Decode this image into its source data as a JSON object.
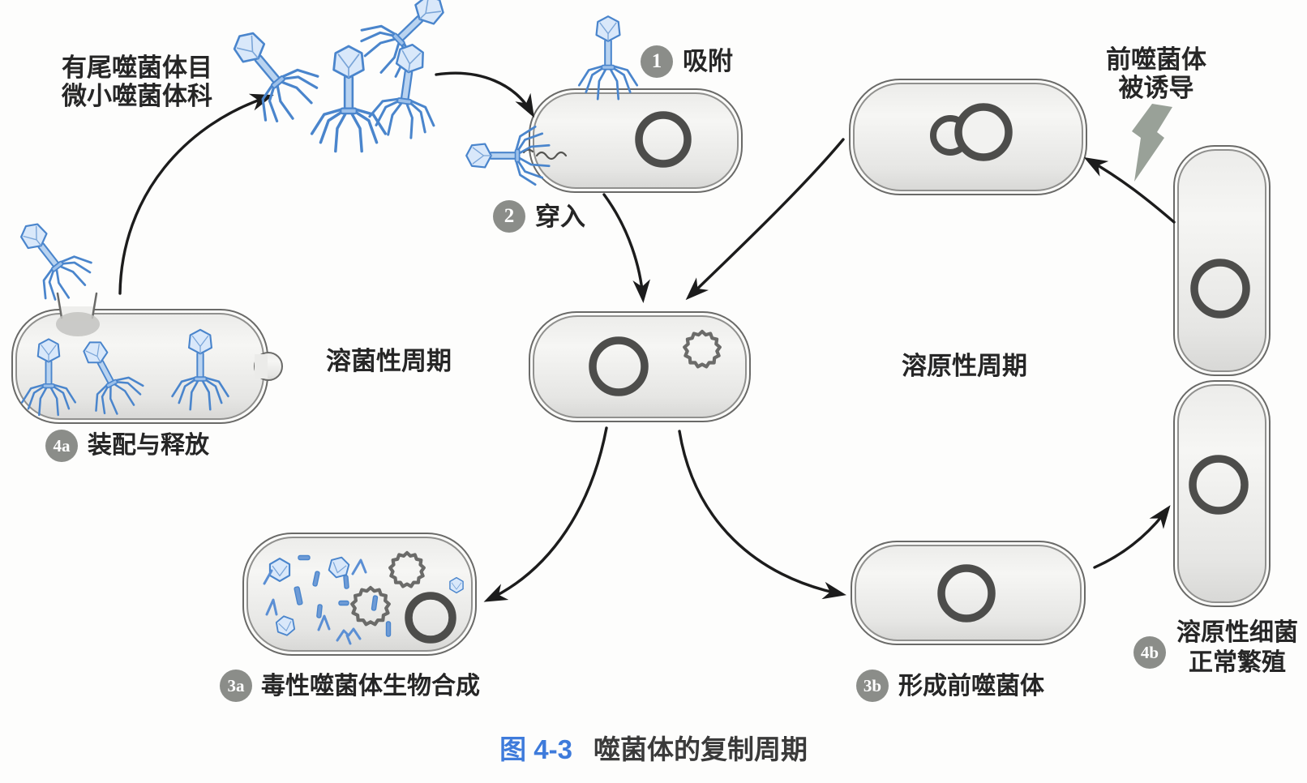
{
  "caption": {
    "figure_label": "图 4-3",
    "figure_title": "噬菌体的复制周期"
  },
  "labels": {
    "phage_taxa_line1": "有尾噬菌体目",
    "phage_taxa_line2": "微小噬菌体科",
    "lytic_cycle": "溶菌性周期",
    "lysogenic_cycle": "溶原性周期",
    "prophage_induced_line1": "前噬菌体",
    "prophage_induced_line2": "被诱导"
  },
  "steps": [
    {
      "id": "1",
      "label": "吸附"
    },
    {
      "id": "2",
      "label": "穿入"
    },
    {
      "id": "3a",
      "label": "毒性噬菌体生物合成"
    },
    {
      "id": "4a",
      "label": "装配与释放"
    },
    {
      "id": "3b",
      "label": "形成前噬菌体"
    },
    {
      "id": "4b",
      "label_line1": "溶原性细菌",
      "label_line2": "正常繁殖"
    }
  ],
  "icons": {
    "phage": "bacteriophage-icon",
    "lightning": "induction-lightning-icon",
    "dna_ring": "bacterial-dna-ring",
    "phage_dna": "phage-dna-gear",
    "prophage_dna": "integrated-prophage-figure8"
  },
  "colors": {
    "phage_blue": "#4a85cc",
    "caption_blue": "#3e7bdb",
    "badge_gray": "#8b8d89",
    "cell_fill": "#ededeb",
    "dna_ring": "#4d4d4b",
    "arrow": "#1c1c1c",
    "lightning_gray": "#99a198"
  }
}
